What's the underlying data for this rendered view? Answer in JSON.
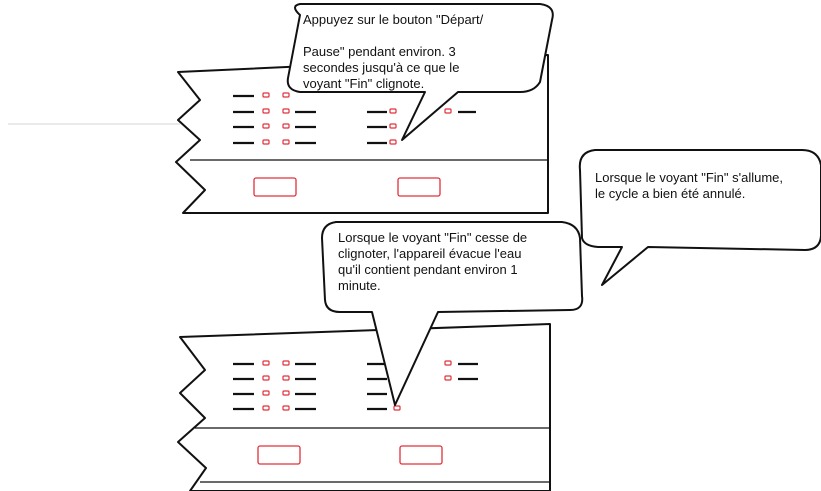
{
  "callouts": {
    "hold_button": "Appuyez sur le bouton \"Départ/\n\nPause\" pendant environ. 3\nsecondes jusqu'à ce que le\nvoyant \"Fin\" clignote.",
    "end_lit": "Lorsque le voyant \"Fin\" s'allume,\nle cycle a bien été annulé.",
    "end_stops_blinking": "Lorsque le voyant \"Fin\" cesse de\nclignoter, l'appareil évacue l'eau\nqu'il  contient pendant environ 1\nminute."
  },
  "colors": {
    "outline": "#111111",
    "led": "#e0303a",
    "divider": "#d0d0d0"
  }
}
